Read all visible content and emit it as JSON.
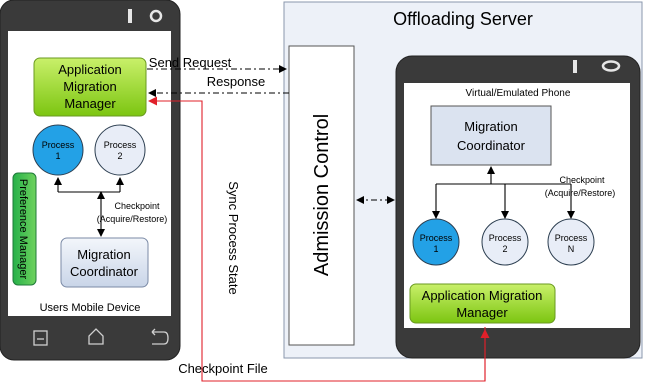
{
  "server": {
    "title": "Offloading Server"
  },
  "admission": {
    "label": "Admission Control"
  },
  "mobile": {
    "app_manager": [
      "Application",
      "Migration",
      "Manager"
    ],
    "process1": [
      "Process",
      "1"
    ],
    "process2": [
      "Process",
      "2"
    ],
    "preference_manager": "Preference Manager",
    "checkpoint": [
      "Checkpoint",
      "(Acquire/Restore)"
    ],
    "coordinator": [
      "Migration",
      "Coordinator"
    ],
    "device_label": "Users Mobile Device"
  },
  "emulated": {
    "title": "Virtual/Emulated Phone",
    "coordinator": [
      "Migration",
      "Coordinator"
    ],
    "checkpoint": [
      "Checkpoint",
      "(Acquire/Restore)"
    ],
    "process1": [
      "Process",
      "1"
    ],
    "process2": [
      "Process",
      "2"
    ],
    "processN": [
      "Process",
      "N"
    ],
    "app_manager": [
      "Application Migration",
      "Manager"
    ]
  },
  "arrows": {
    "send_request": "Send Request",
    "response": "Response",
    "sync": "Sync Process State",
    "checkpoint_file": "Checkpoint File"
  },
  "colors": {
    "phone_body": "#3a3a3a",
    "green": "#8fd21f",
    "process_blue": "#23a1e6",
    "process_light": "#e8edf7",
    "coordinator_fill": "#dbe3f0",
    "server_fill": "#edf1f8",
    "red_line": "#e0202a"
  }
}
